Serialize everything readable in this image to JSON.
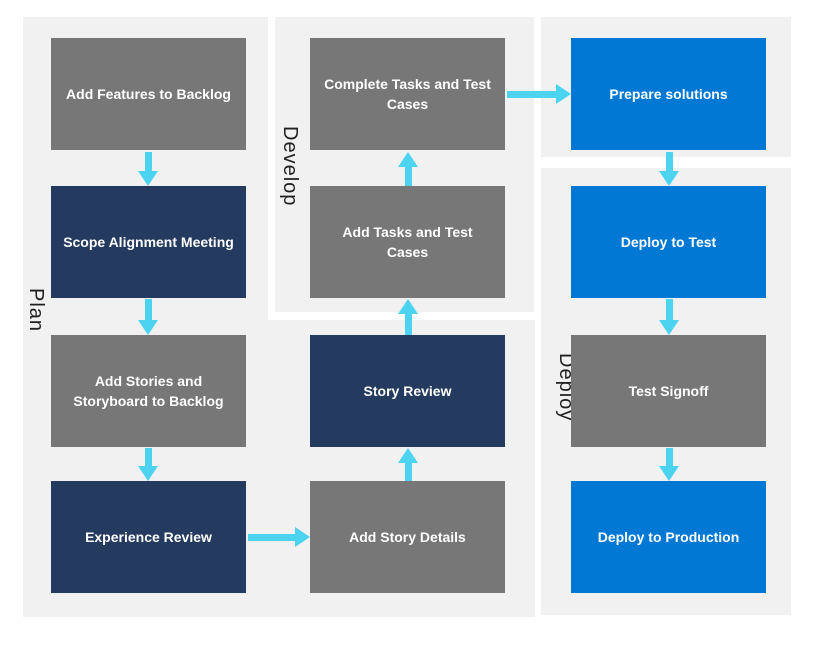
{
  "colors": {
    "panel_bg": "#f1f1f1",
    "node_gray": "#777777",
    "node_navy": "#243a5e",
    "node_blue": "#0078d4",
    "arrow_cyan": "#4cd3f0",
    "lane_label": "#1f1f1f",
    "node_text": "#ffffff"
  },
  "diagram": {
    "lanes": [
      {
        "label": "Plan"
      },
      {
        "label": "Develop"
      },
      {
        "label": "Deploy"
      }
    ],
    "nodes": {
      "add_features": {
        "label": "Add Features to Backlog",
        "style": "gray",
        "lane": "Plan"
      },
      "scope_alignment": {
        "label": "Scope Alignment Meeting",
        "style": "navy",
        "lane": "Plan"
      },
      "add_stories": {
        "label": "Add Stories and\nStoryboard to Backlog",
        "style": "gray",
        "lane": "Plan"
      },
      "experience_review": {
        "label": "Experience Review",
        "style": "navy",
        "lane": "Plan"
      },
      "add_story_details": {
        "label": "Add Story Details",
        "style": "gray",
        "lane": "Plan"
      },
      "story_review": {
        "label": "Story Review",
        "style": "navy",
        "lane": "Plan"
      },
      "add_tasks": {
        "label": "Add Tasks and Test Cases",
        "style": "gray",
        "lane": "Develop"
      },
      "complete_tasks": {
        "label": "Complete Tasks and Test\nCases",
        "style": "gray",
        "lane": "Develop"
      },
      "prepare_solutions": {
        "label": "Prepare solutions",
        "style": "blue",
        "lane": "Deploy"
      },
      "deploy_test": {
        "label": "Deploy to Test",
        "style": "blue",
        "lane": "Deploy"
      },
      "test_signoff": {
        "label": "Test Signoff",
        "style": "gray",
        "lane": "Deploy"
      },
      "deploy_production": {
        "label": "Deploy to Production",
        "style": "blue",
        "lane": "Deploy"
      }
    },
    "edges": [
      {
        "from": "add_features",
        "to": "scope_alignment",
        "dir": "down"
      },
      {
        "from": "scope_alignment",
        "to": "add_stories",
        "dir": "down"
      },
      {
        "from": "add_stories",
        "to": "experience_review",
        "dir": "down"
      },
      {
        "from": "experience_review",
        "to": "add_story_details",
        "dir": "right"
      },
      {
        "from": "add_story_details",
        "to": "story_review",
        "dir": "up"
      },
      {
        "from": "story_review",
        "to": "add_tasks",
        "dir": "up"
      },
      {
        "from": "add_tasks",
        "to": "complete_tasks",
        "dir": "up"
      },
      {
        "from": "complete_tasks",
        "to": "prepare_solutions",
        "dir": "right"
      },
      {
        "from": "prepare_solutions",
        "to": "deploy_test",
        "dir": "down"
      },
      {
        "from": "deploy_test",
        "to": "test_signoff",
        "dir": "down"
      },
      {
        "from": "test_signoff",
        "to": "deploy_production",
        "dir": "down"
      }
    ]
  }
}
